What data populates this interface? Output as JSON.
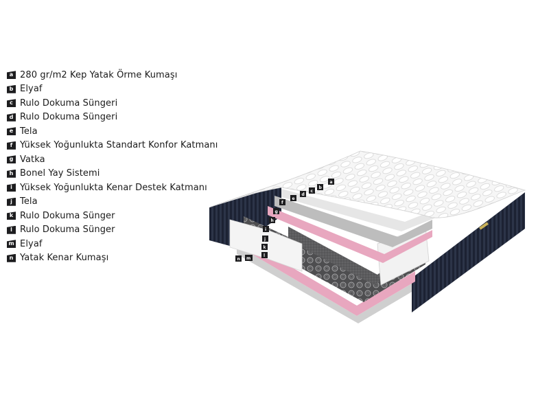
{
  "legend": {
    "items": [
      {
        "key": "a",
        "text": "280 gr/m2 Kep Yatak Örme Kumaşı"
      },
      {
        "key": "b",
        "text": "Elyaf"
      },
      {
        "key": "c",
        "text": "Rulo Dokuma Süngeri"
      },
      {
        "key": "d",
        "text": "Rulo Dokuma Süngeri"
      },
      {
        "key": "e",
        "text": "Tela"
      },
      {
        "key": "f",
        "text": "Yüksek Yoğunlukta Standart Konfor Katmanı"
      },
      {
        "key": "g",
        "text": "Vatka"
      },
      {
        "key": "h",
        "text": "Bonel Yay Sistemi"
      },
      {
        "key": "i",
        "text": "Yüksek Yoğunlukta Kenar Destek Katmanı"
      },
      {
        "key": "j",
        "text": "Tela"
      },
      {
        "key": "k",
        "text": "Rulo Dokuma Sünger"
      },
      {
        "key": "l",
        "text": "Rulo Dokuma Sünger"
      },
      {
        "key": "m",
        "text": "Elyaf"
      },
      {
        "key": "n",
        "text": "Yatak Kenar Kumaşı"
      }
    ]
  },
  "colors": {
    "badge": "#1d1d1f",
    "side_fabric": "#1c2233",
    "top_fabric": "#f4f4f4",
    "pink_layer": "#e8a7bf",
    "spring_grey": "#5a5a5c"
  }
}
